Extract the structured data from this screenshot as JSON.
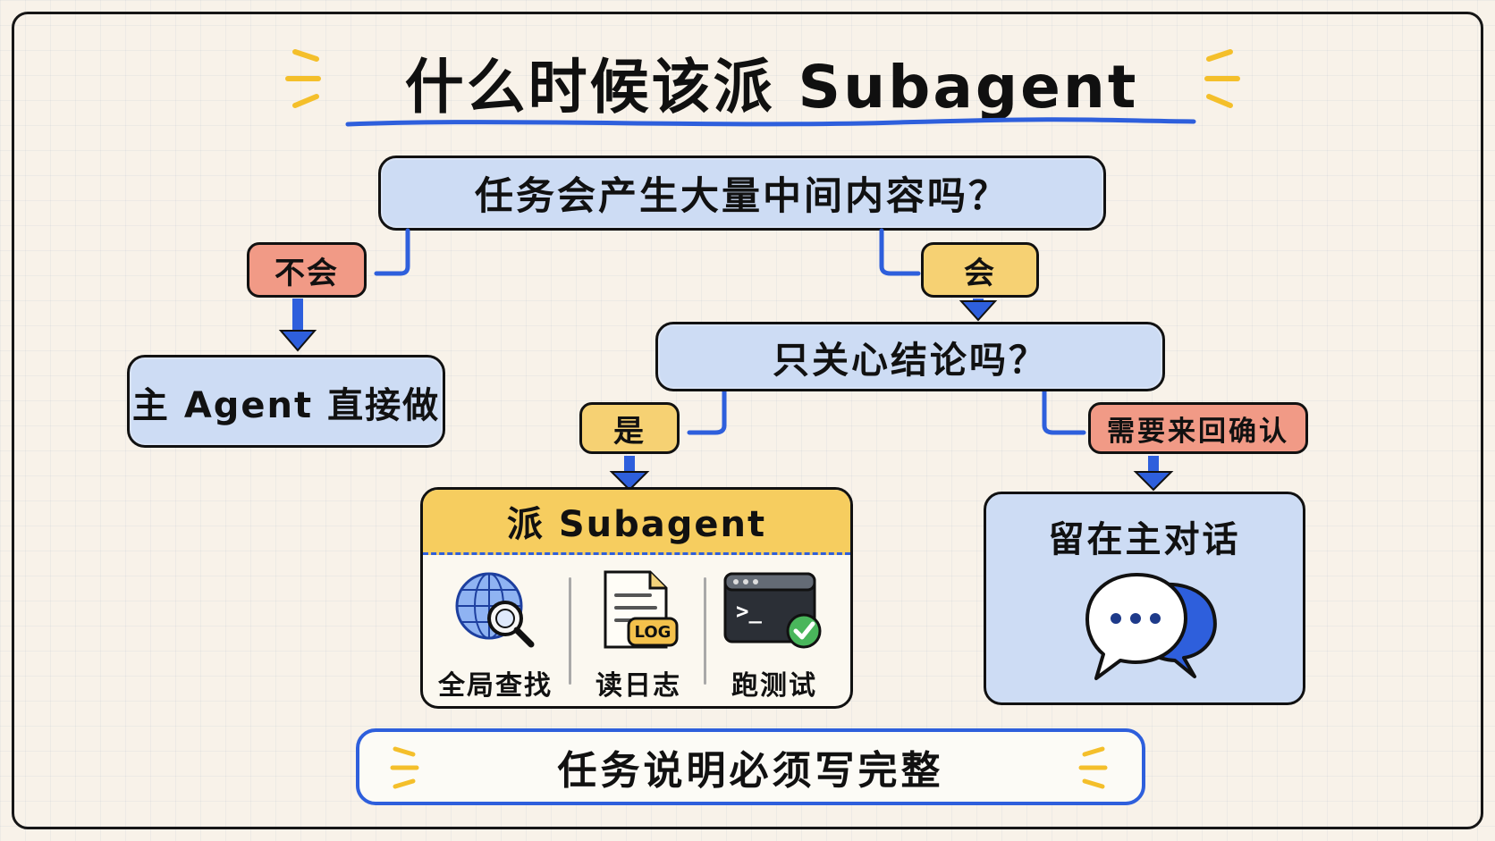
{
  "title": "什么时候该派 Subagent",
  "question_1": "任务会产生大量中间内容吗？",
  "branch_no": "不会",
  "outcome_direct": "主 Agent 直接做",
  "branch_yes": "会",
  "question_2": "只关心结论吗？",
  "branch_conclusion_only": "是",
  "branch_need_confirmation": "需要来回确认",
  "subagent_card": {
    "title": "派 Subagent",
    "tools": [
      {
        "label": "全局查找",
        "icon": "globe-search-icon"
      },
      {
        "label": "读日志",
        "icon": "log-document-icon",
        "badge": "LOG"
      },
      {
        "label": "跑测试",
        "icon": "terminal-check-icon",
        "prompt": ">_"
      }
    ]
  },
  "stay_card": {
    "title": "留在主对话",
    "icon": "chat-bubbles-icon"
  },
  "footer_note": "任务说明必须写完整",
  "colors": {
    "question_fill": "#cddcf4",
    "positive_tag": "#f6d173",
    "negative_tag": "#f19a86",
    "accent_blue": "#2e5fdc",
    "subagent_header": "#f6cd5f"
  }
}
